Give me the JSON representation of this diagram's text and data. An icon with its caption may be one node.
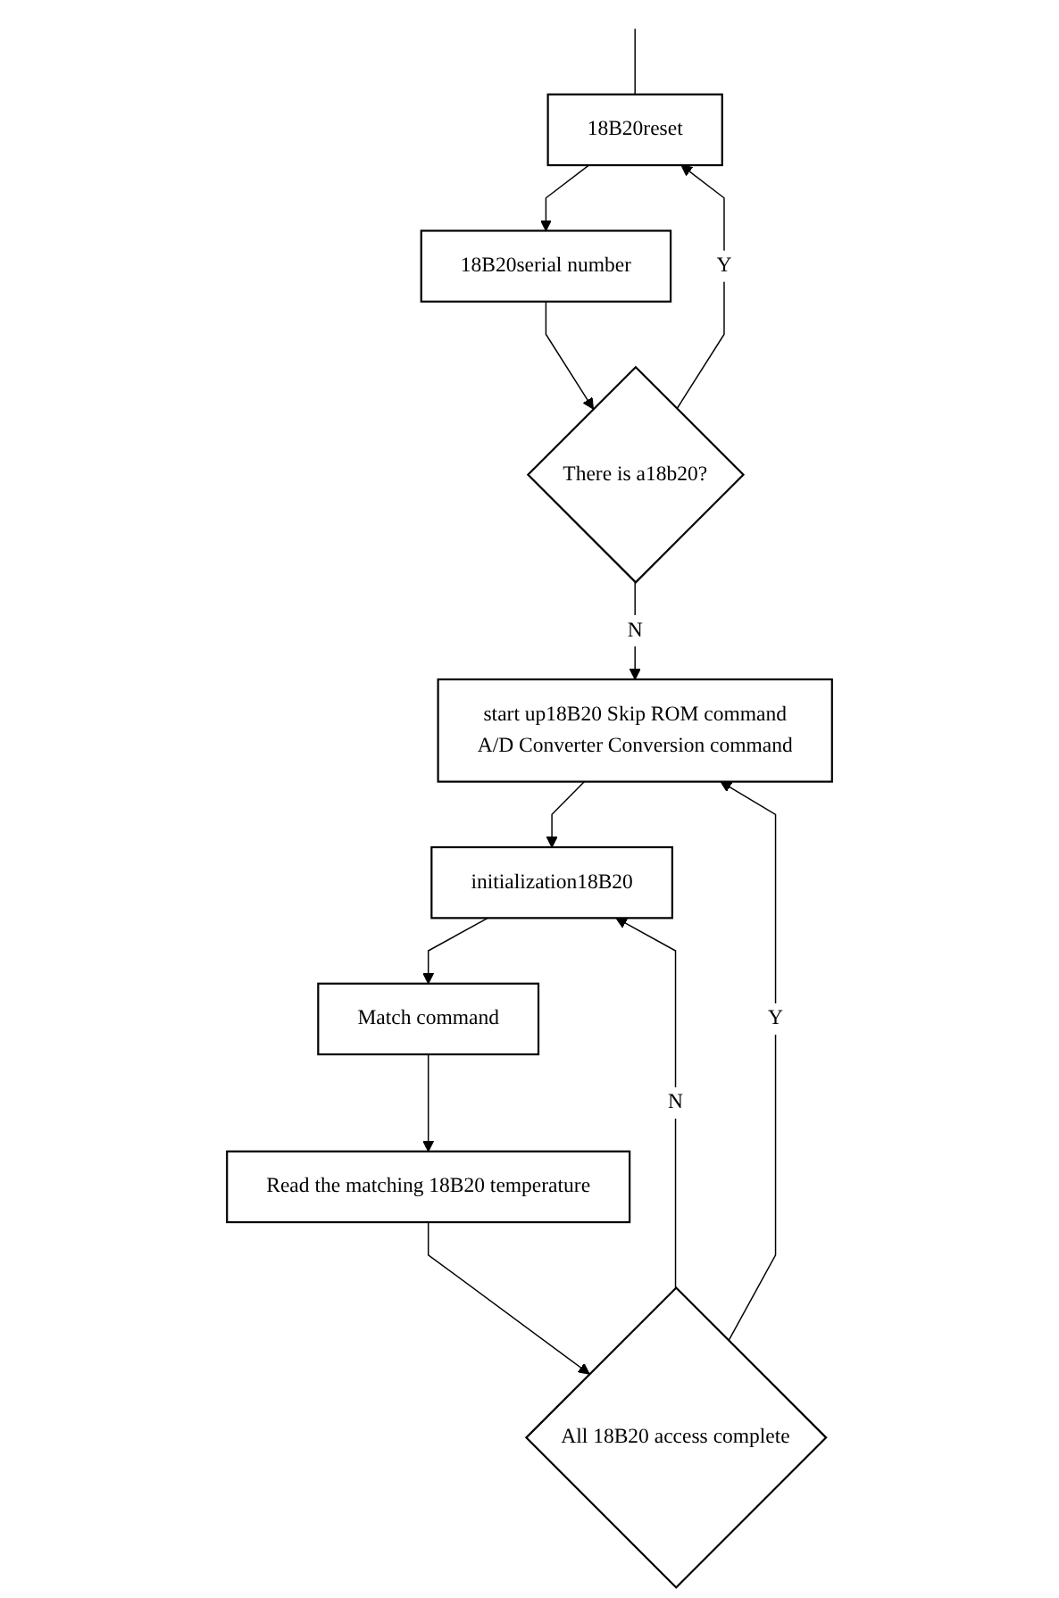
{
  "diagram": {
    "nodes": [
      {
        "text": [
          "18B20reset"
        ]
      },
      {
        "text": [
          "18B20serial number"
        ]
      },
      {
        "text": [
          "There is a18b20?"
        ]
      },
      {
        "text": [
          "start up18B20 Skip ROM command",
          "A/D Converter Conversion command"
        ]
      },
      {
        "text": [
          "initialization18B20"
        ]
      },
      {
        "text": [
          "Match command"
        ]
      },
      {
        "text": [
          "Read the matching 18B20 temperature"
        ]
      },
      {
        "text": [
          "All 18B20 access complete"
        ]
      }
    ],
    "edges": [
      {
        "from": null,
        "to": 0,
        "arrow": "none"
      },
      {
        "from": 0,
        "to": 1,
        "arrow": "to"
      },
      {
        "from": 1,
        "to": 2,
        "arrow": "to"
      },
      {
        "from": 2,
        "to": 0,
        "arrow": "to",
        "label": "Y"
      },
      {
        "from": 2,
        "to": 3,
        "arrow": "to",
        "label": "N"
      },
      {
        "from": 3,
        "to": 4,
        "arrow": "to"
      },
      {
        "from": 4,
        "to": 5,
        "arrow": "to"
      },
      {
        "from": 5,
        "to": 6,
        "arrow": "to"
      },
      {
        "from": 6,
        "to": 7,
        "arrow": "to"
      },
      {
        "from": 7,
        "to": 3,
        "arrow": "to",
        "label": "Y"
      },
      {
        "from": 7,
        "to": 4,
        "arrow": "to",
        "label": "N"
      }
    ]
  }
}
